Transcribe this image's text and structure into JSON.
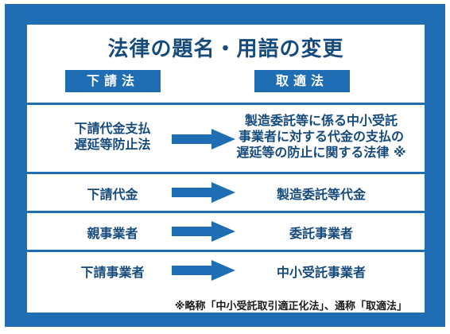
{
  "title": "法律の題名・用語の変更",
  "headers": {
    "left": "下請法",
    "right": "取適法"
  },
  "rows": [
    {
      "left_line1": "下請代金支払",
      "left_line2": "遅延等防止法",
      "right_line1": "製造委託等に係る中小受託",
      "right_line2": "事業者に対する代金の支払の",
      "right_line3": "遅延等の防止に関する法律 ※"
    },
    {
      "left": "下請代金",
      "right": "製造委託等代金"
    },
    {
      "left": "親事業者",
      "right": "委託事業者"
    },
    {
      "left": "下請事業者",
      "right": "中小受託事業者"
    }
  ],
  "footnote": "※略称「中小受託取引適正化法」、通称「取適法」",
  "colors": {
    "frame_blue": "#1f6db2",
    "text_navy": "#154a7c"
  },
  "icons": [
    "right-arrow-icon"
  ]
}
